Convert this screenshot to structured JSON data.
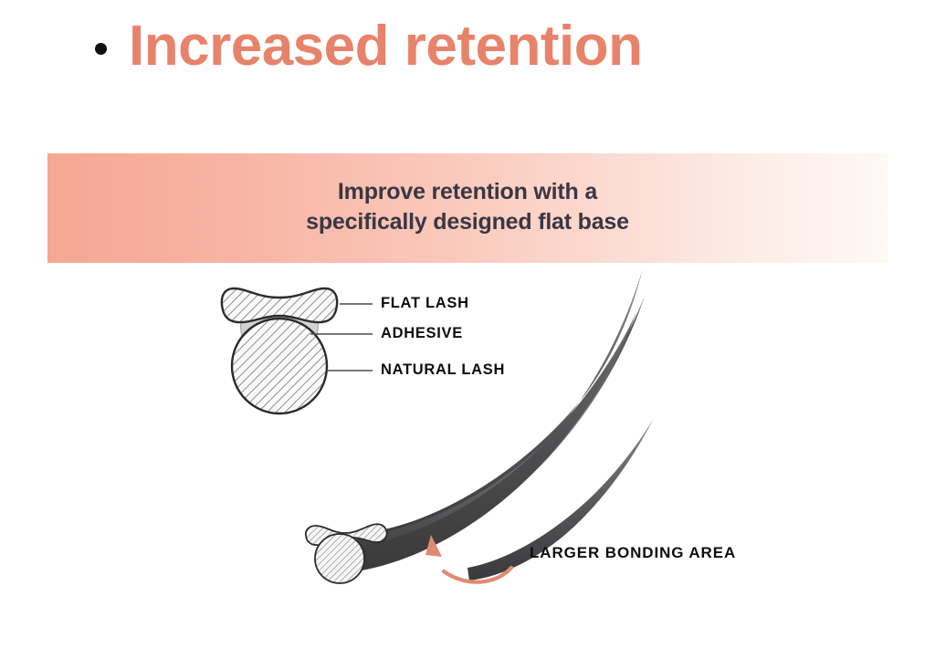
{
  "slide": {
    "title": "Increased retention",
    "title_color": "#E8836B",
    "bullet_icon": "bullet-dot-icon",
    "background_color": "#FFFFFF"
  },
  "banner": {
    "headline_line1": "Improve retention with a",
    "headline_line2": "specifically designed flat base",
    "text_color": "#3A3742",
    "gradient_start": "#F6A694",
    "gradient_end": "#FEF8F6"
  },
  "diagram": {
    "type": "cross-section-illustration",
    "subject": "flat lash extension bonded to natural lash",
    "labels": [
      {
        "id": "flat-lash",
        "text": "FLAT LASH"
      },
      {
        "id": "adhesive",
        "text": "ADHESIVE"
      },
      {
        "id": "natural-lash",
        "text": "NATURAL LASH"
      }
    ],
    "annotation": {
      "text": "LARGER BONDING AREA",
      "arrow_icon": "curved-arrow-icon",
      "arrow_color": "#E08A72"
    },
    "colors": {
      "lash_dark": "#4A4A4C",
      "lash_mid": "#6E6E70",
      "lash_light": "#9A9A9C",
      "hatch_fill": "#FAFAFA",
      "hatch_line": "#8C8C8C",
      "adhesive_gray": "#C9C9CB",
      "outline": "#2B2B2B",
      "leader_line": "#444444"
    }
  }
}
